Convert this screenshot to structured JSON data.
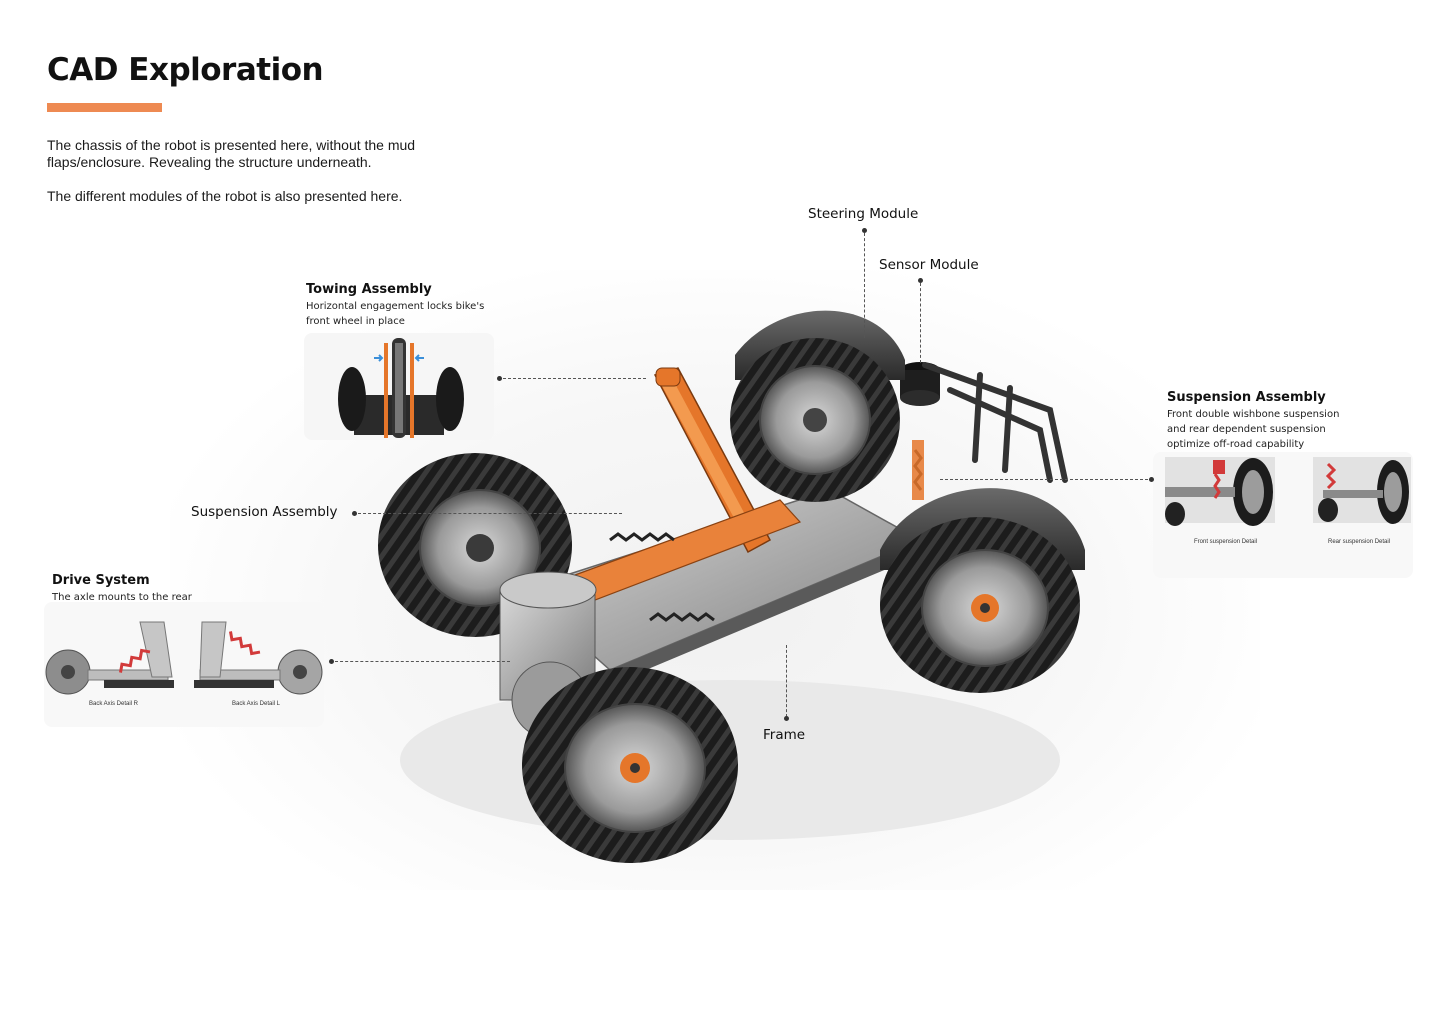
{
  "header": {
    "title": "CAD Exploration",
    "accent_color": "#ee8a52"
  },
  "intro": {
    "paragraph_1": "The chassis of the robot is presented here, without the mud flaps/enclosure. Revealing the structure underneath.",
    "paragraph_2": "The different modules of the robot is also presented here."
  },
  "callouts": {
    "steering": "Steering Module",
    "sensor": "Sensor Module",
    "suspension_left": "Suspension Assembly",
    "frame": "Frame"
  },
  "towing": {
    "title": "Towing Assembly",
    "description": "Horizontal engagement locks bike's front wheel in place"
  },
  "drive": {
    "title": "Drive System",
    "description": "The axle mounts to the rear suspension",
    "caption_r": "Back Axis Detail R",
    "caption_l": "Back Axis Detail L"
  },
  "suspension_right": {
    "title": "Suspension Assembly",
    "description": "Front double wishbone suspension and rear dependent suspension optimize off-road capability",
    "caption_front": "Front suspension Detail",
    "caption_rear": "Rear suspension Detail"
  },
  "icons": {
    "chassis": "vehicle-chassis-render",
    "towing": "towing-detail-render",
    "drive": "drive-axle-render",
    "suspension": "suspension-detail-render"
  }
}
